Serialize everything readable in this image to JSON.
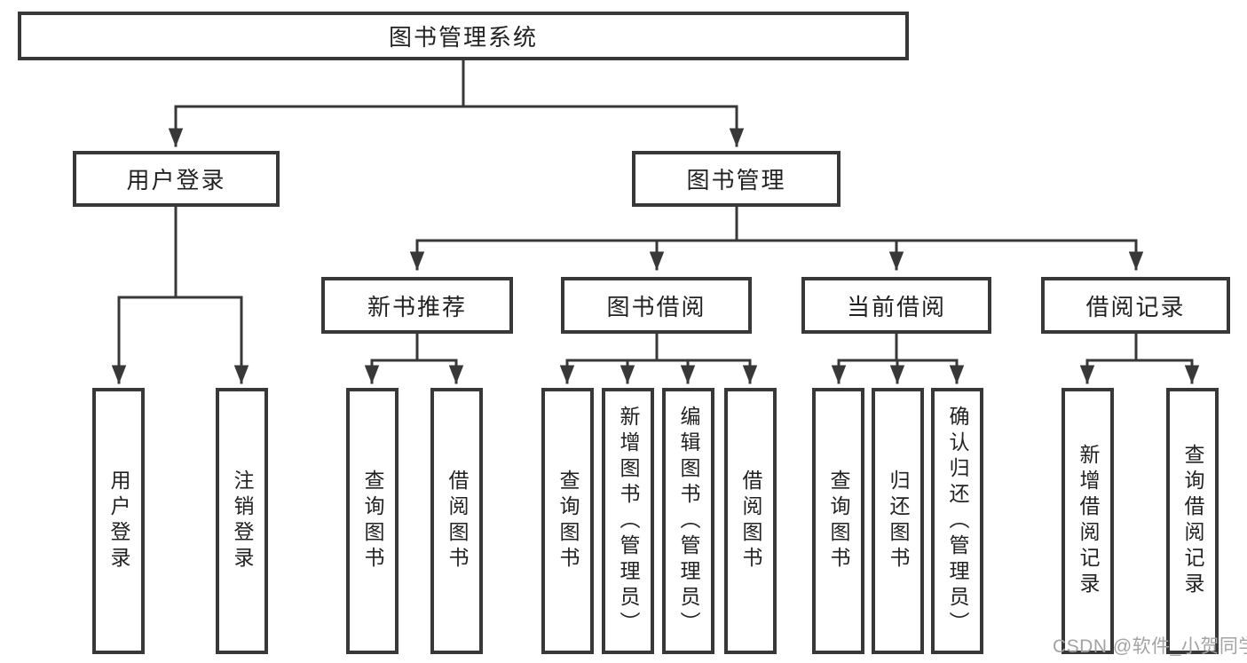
{
  "diagram": {
    "root": "图书管理系统",
    "user_login": {
      "label": "用户登录",
      "children": [
        "用户登录",
        "注销登录"
      ]
    },
    "book_mgmt": {
      "label": "图书管理",
      "sections": [
        {
          "label": "新书推荐",
          "children": [
            "查询图书",
            "借阅图书"
          ]
        },
        {
          "label": "图书借阅",
          "children": [
            "查询图书",
            "新增图书（管理员）",
            "编辑图书（管理员）",
            "借阅图书"
          ]
        },
        {
          "label": "当前借阅",
          "children": [
            "查询图书",
            "归还图书",
            "确认归还（管理员）"
          ]
        },
        {
          "label": "借阅记录",
          "children": [
            "新增借阅记录",
            "查询借阅记录"
          ]
        }
      ]
    }
  },
  "watermark": "CSDN @软件_小贺同学",
  "colors": {
    "line": "#383838",
    "text": "#222222",
    "watermark": "#a3a3a3",
    "background": "#ffffff"
  }
}
